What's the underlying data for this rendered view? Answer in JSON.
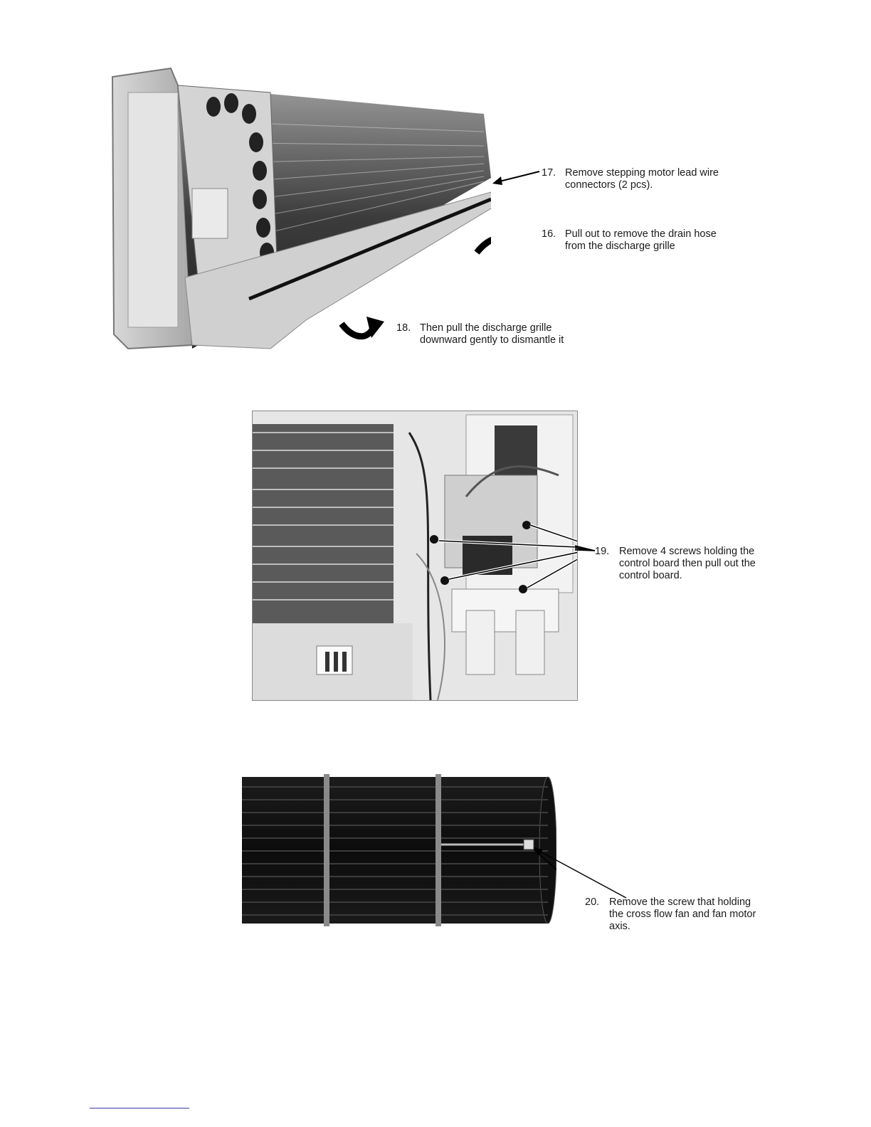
{
  "steps": [
    {
      "number": "17.",
      "text": "Remove stepping motor lead wire\nconnectors (2 pcs)."
    },
    {
      "number": "16.",
      "text": "Pull out to remove the drain hose\nfrom the discharge grille"
    },
    {
      "number": "18.",
      "text": "Then pull the discharge grille\ndownward gently to dismantle it"
    },
    {
      "number": "19.",
      "text": "Remove 4 screws holding the\ncontrol board then pull out the\ncontrol board."
    },
    {
      "number": "20.",
      "text": "Remove the screw that holding\nthe cross flow fan and fan motor\naxis."
    }
  ]
}
